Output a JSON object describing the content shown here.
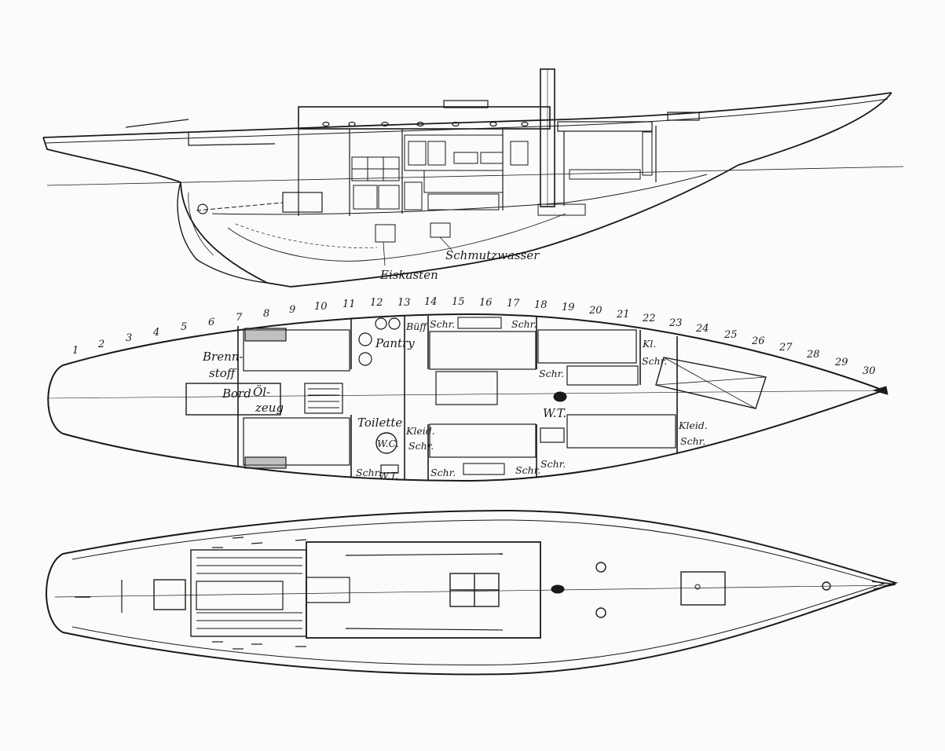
{
  "profile_labels": {
    "schmutzwasser": "Schmutzwasser",
    "eiskasten": "Eiskasten"
  },
  "frame_numbers": [
    "1",
    "2",
    "3",
    "4",
    "5",
    "6",
    "7",
    "8",
    "9",
    "10",
    "11",
    "12",
    "13",
    "14",
    "15",
    "16",
    "17",
    "18",
    "19",
    "20",
    "21",
    "22",
    "23",
    "24",
    "25",
    "26",
    "27",
    "28",
    "29",
    "30"
  ],
  "plan_labels": {
    "brennstoff_1": "Brenn-",
    "brennstoff_2": "stoff",
    "bord": "Bord",
    "oelzeug_1": "Öl-",
    "oelzeug_2": "zeug",
    "pantry": "Pantry",
    "bueff": "Büff.",
    "schr": "Schr.",
    "kl": "Kl.",
    "toilette": "Toilette",
    "wc": "W.C.",
    "wt": "W.T.",
    "kleid": "Kleid.",
    "kleid_schr": "Schr."
  },
  "colors": {
    "ink": "#1a1a1a",
    "paper": "#fbfbf9"
  }
}
